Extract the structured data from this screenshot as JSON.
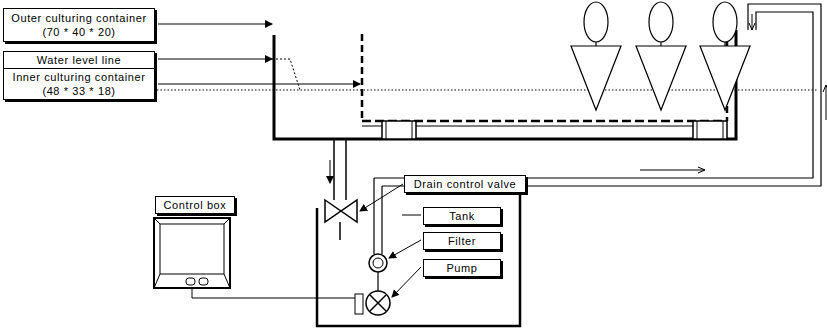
{
  "diagram": {
    "nodes": [
      {
        "text": [
          "Outer culturing container (70 * 40 * 20)"
        ]
      },
      {
        "text": [
          "Water level line"
        ]
      },
      {
        "text": [
          "Inner culturing container (48 * 33 * 18)"
        ]
      },
      {
        "text": [
          "Control box"
        ]
      },
      {
        "text": [
          "Drain control valve"
        ]
      },
      {
        "text": [
          "Tank"
        ]
      },
      {
        "text": [
          "Filter"
        ]
      },
      {
        "text": [
          "Pump"
        ]
      }
    ]
  }
}
